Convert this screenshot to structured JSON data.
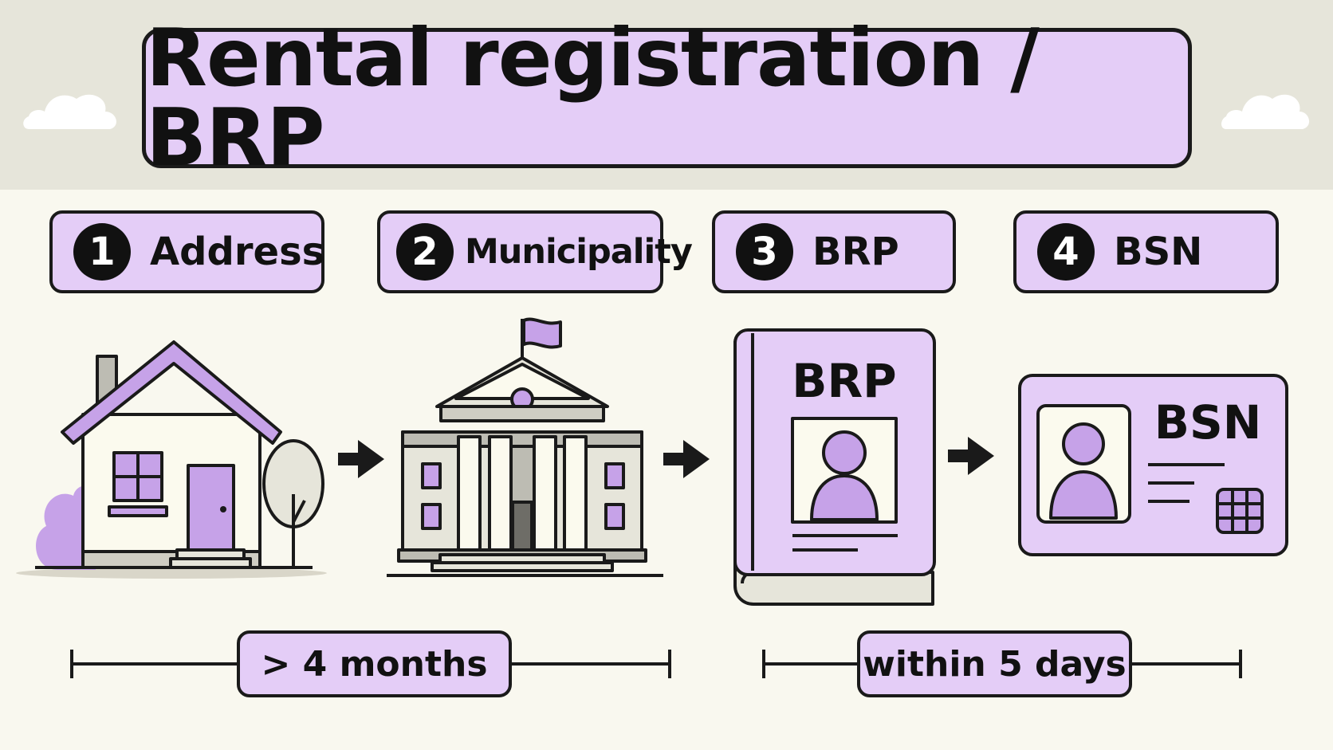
{
  "title": "Rental registration / BRP",
  "steps": [
    {
      "number": "1",
      "label": "Address"
    },
    {
      "number": "2",
      "label": "Municipality"
    },
    {
      "number": "3",
      "label": "BRP"
    },
    {
      "number": "4",
      "label": "BSN"
    }
  ],
  "book_label": "BRP",
  "card_label": "BSN",
  "timeline": [
    {
      "label": "> 4 months"
    },
    {
      "label": "within 5 days"
    }
  ],
  "colors": {
    "accent": "#e4cdf7",
    "accent_strong": "#c6a2e8",
    "outline": "#1a1a1a",
    "background": "#f9f8ef",
    "header_band": "#e6e5da"
  }
}
